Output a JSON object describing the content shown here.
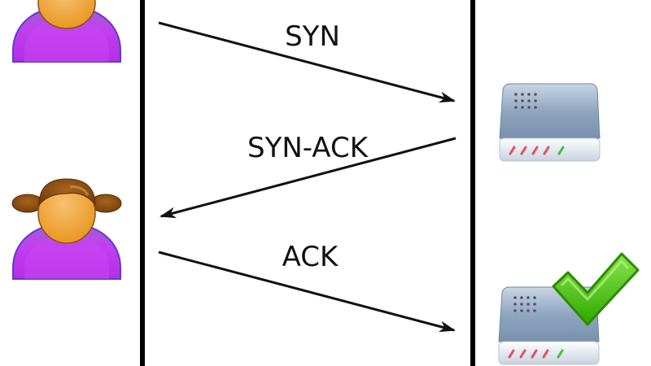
{
  "diagram": {
    "title": "",
    "messages": [
      {
        "label": "SYN",
        "direction": "client-to-server"
      },
      {
        "label": "SYN-ACK",
        "direction": "server-to-client"
      },
      {
        "label": "ACK",
        "direction": "client-to-server"
      }
    ],
    "icons": [
      "person-icon",
      "person-icon",
      "server-icon",
      "server-icon",
      "checkmark-icon"
    ],
    "colors": {
      "line": "#000000",
      "arrow": "#111111",
      "text": "#111111",
      "body_purple": "#b535e6",
      "skin": "#f0a030",
      "hair": "#8a4a10",
      "server_blue": "#8fa8c4",
      "check_green": "#3db800"
    }
  }
}
